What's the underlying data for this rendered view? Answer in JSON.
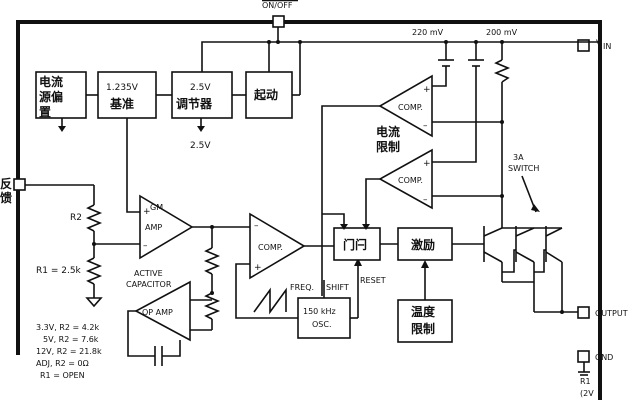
{
  "pins": {
    "on_off": "ON/OFF",
    "vin": "V",
    "vin_sub": "IN",
    "feedback": "反馈",
    "output": "OUTPUT",
    "gnd": "GND",
    "bottom_partial": "R1",
    "bottom_partial2": "(2V"
  },
  "blocks": {
    "current_bias_line1": "电流",
    "current_bias_line2": "源偏",
    "current_bias_line3": "置",
    "reference_value": "1.235V",
    "reference_label": "基准",
    "regulator_value": "2.5V",
    "regulator_label": "调节器",
    "startup": "起动",
    "regulator_out": "2.5V",
    "gate": "门闩",
    "driver": "激励",
    "thermal_line1": "温度",
    "thermal_line2": "限制",
    "osc_line1": "150 kHz",
    "osc_line2": "OSC."
  },
  "amps": {
    "gm": "GM",
    "gm_amp": "AMP",
    "comp_main": "COMP.",
    "comp_top": "COMP.",
    "comp_mid": "COMP.",
    "op_amp": "OP AMP",
    "current_limit_line1": "电流",
    "current_limit_line2": "限制"
  },
  "labels": {
    "r2": "R2",
    "r1": "R1 = 2.5k",
    "active_cap_line1": "ACTIVE",
    "active_cap_line2": "CAPACITOR",
    "freq_shift_a": "FREQ.",
    "freq_shift_b": "SHIFT",
    "reset": "RESET",
    "mv220": "220 mV",
    "mv200": "200 mV",
    "switch_line1": "3A",
    "switch_line2": "SWITCH",
    "plus": "+",
    "minus": "–"
  },
  "r2_table": [
    "3.3V, R2 = 4.2k",
    "5V, R2 = 7.6k",
    "12V, R2 = 21.8k",
    "ADJ, R2 = 0Ω",
    "R1 = OPEN"
  ]
}
